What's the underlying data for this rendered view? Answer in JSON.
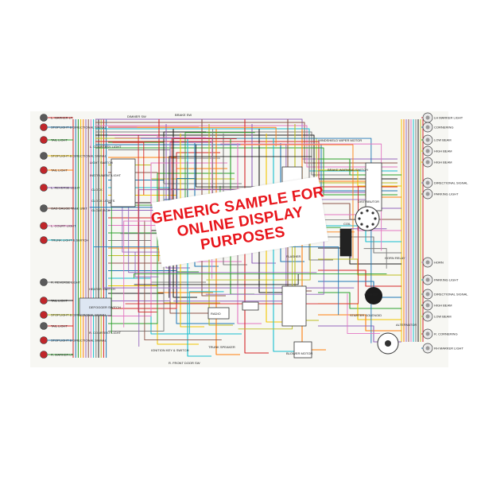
{
  "watermark": {
    "lines": [
      "GENERIC SAMPLE FOR",
      "ONLINE DISPLAY",
      "PURPOSES"
    ],
    "color": "#e8151b"
  },
  "left_labels": [
    "L. MARKER LT.",
    "STOPLIGHT & DIRECTIONAL SIGNAL",
    "TAIL LIGHT",
    "STOPLIGHT & DIRECTIONAL SIGNAL",
    "TAIL LIGHT",
    "L. REVERSE LIGHT",
    "GAS GAUGE TANK UNIT",
    "L. COURT LIGHT",
    "TRUNK LIGHT & SWITCH",
    "R. REVERSE LIGHT",
    "TAIL LIGHT",
    "STOPLIGHT & DIRECTIONAL SIGNAL",
    "TAIL LIGHT",
    "STOPLIGHT & DIRECTIONAL SIGNAL",
    "R. MARKER LT."
  ],
  "right_labels": [
    "LH MARKER LIGHT",
    "CORNERING",
    "LOW BEAM",
    "HIGH BEAM",
    "HIGH BEAM",
    "DIRECTIONAL SIGNAL",
    "PARKING LIGHT",
    "HORN",
    "PARKING LIGHT",
    "DIRECTIONAL SIGNAL",
    "HIGH BEAM",
    "LOW BEAM",
    "R. CORNERING",
    "RH MARKER LIGHT"
  ],
  "center_labels": [
    "L. COURTESY LIGHT",
    "LIGHT SWITCH",
    "INSTRUMENT LIGHT",
    "CLOCK",
    "CLOCK LIGHTS",
    "GLOVE BOX",
    "HEATER SWITCH",
    "DEFOGGER SWITCH",
    "RADIO",
    "FLASHER",
    "WINDSHIELD WIPER MOTOR",
    "BRAKE WARNING SWITCH",
    "STARTER",
    "STARTER SOLENOID",
    "ALTERNATOR",
    "COIL",
    "DISTRIBUTOR",
    "R. COURTESY LIGHT",
    "IGNITION KEY & SWITCH",
    "R. FRONT DOOR SW",
    "TRUNK SPEAKER",
    "BLOWER MOTOR",
    "DIMMER SW",
    "BRAKE SW",
    "HORN RELAY"
  ],
  "wire_colors": [
    "#d62728",
    "#1f77b4",
    "#2ca02c",
    "#f2c500",
    "#ff7f0e",
    "#9467bd",
    "#8c564b",
    "#e377c2",
    "#17becf",
    "#7f7f7f",
    "#222222",
    "#bcbd22"
  ]
}
